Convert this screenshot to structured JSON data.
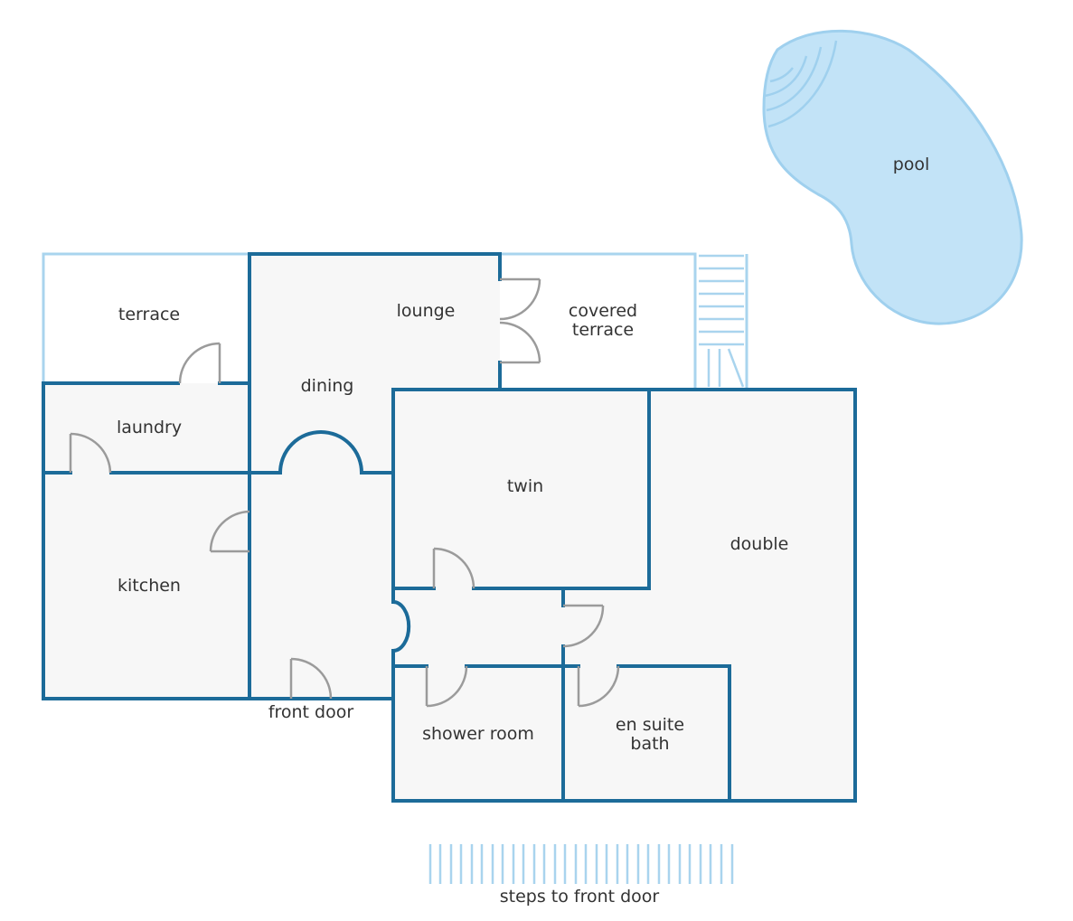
{
  "labels": {
    "terrace": "terrace",
    "lounge": "lounge",
    "dining": "dining",
    "covered_terrace_line1": "covered",
    "covered_terrace_line2": "terrace",
    "laundry": "laundry",
    "kitchen": "kitchen",
    "twin": "twin",
    "double": "double",
    "front_door": "front door",
    "shower_room": "shower room",
    "en_suite_line1": "en suite",
    "en_suite_line2": "bath",
    "pool": "pool",
    "steps_to_front_door": "steps to front door"
  },
  "colors": {
    "wall": "#1c6b99",
    "outdoor_outline": "#a9d4ee",
    "pool_fill": "#c2e3f7",
    "pool_stroke": "#9fd0ee",
    "room_fill": "#f7f7f7",
    "door": "#9b9b9b",
    "text": "#333333"
  }
}
